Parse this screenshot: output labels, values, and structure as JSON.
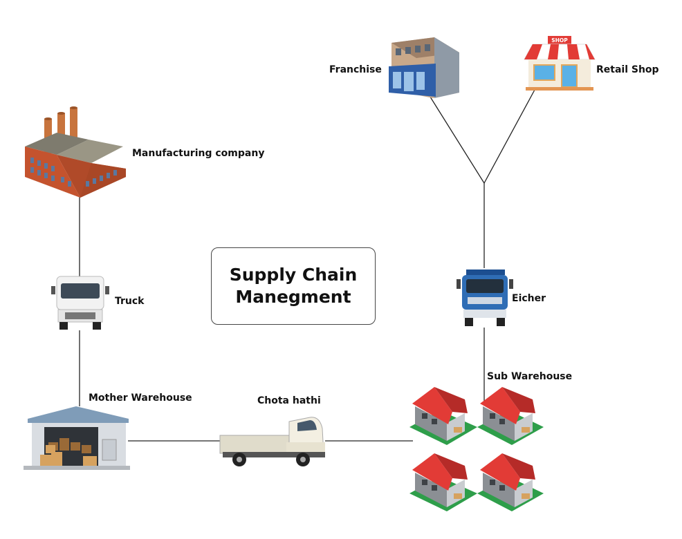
{
  "title": {
    "line1": "Supply Chain",
    "line2": "Manegment"
  },
  "nodes": {
    "manufacturing": {
      "label": "Manufacturing company",
      "icon": "factory-icon"
    },
    "truck": {
      "label": "Truck",
      "icon": "truck-icon"
    },
    "mother_warehouse": {
      "label": "Mother Warehouse",
      "icon": "warehouse-icon"
    },
    "chota_hathi": {
      "label": "Chota hathi",
      "icon": "pickup-truck-icon"
    },
    "sub_warehouse": {
      "label": "Sub Warehouse",
      "icon": "houses-icon"
    },
    "eicher": {
      "label": "Eicher",
      "icon": "blue-truck-icon"
    },
    "franchise": {
      "label": "Franchise",
      "icon": "building-icon"
    },
    "retail_shop": {
      "label": "Retail Shop",
      "icon": "shop-icon",
      "sign": "SHOP"
    }
  },
  "colors": {
    "line": "#222222",
    "brick": "#c4532e",
    "roof_red": "#e23b36",
    "grass": "#2e9e4a",
    "eicher_blue": "#2f6db5"
  }
}
